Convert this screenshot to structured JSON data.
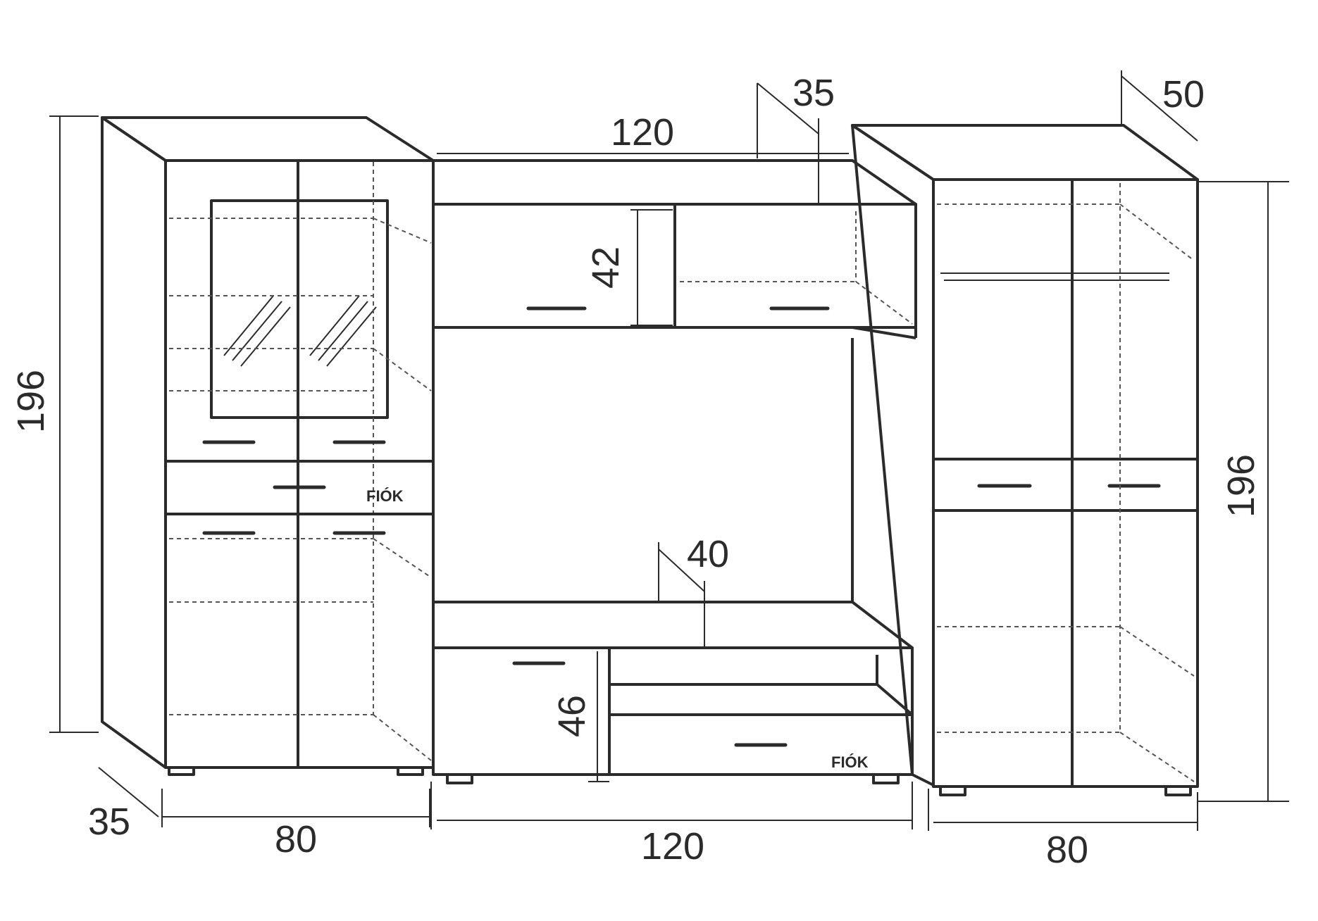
{
  "dimensions": {
    "left_height": "196",
    "left_depth": "35",
    "left_width": "80",
    "top_width": "120",
    "top_depth": "35",
    "top_cabinet_height": "42",
    "right_depth": "50",
    "right_height": "196",
    "tv_depth": "40",
    "tv_height": "46",
    "bottom_width": "120",
    "right_width": "80"
  },
  "labels": {
    "left_drawer": "FIÓK",
    "tv_drawer": "FIÓK"
  }
}
